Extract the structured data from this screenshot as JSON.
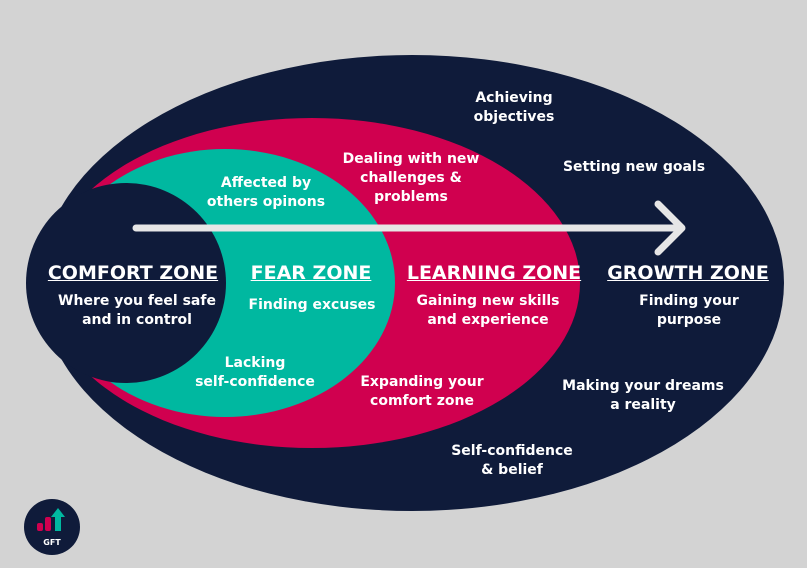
{
  "colors": {
    "background": "#d3d3d3",
    "navy": "#0f1b3a",
    "crimson": "#d0004f",
    "teal": "#00b8a0",
    "arrow": "#e6e6e6"
  },
  "zones": {
    "comfort": {
      "title": "COMFORT ZONE",
      "subtitle": "Where you feel safe\nand in control"
    },
    "fear": {
      "title": "FEAR ZONE",
      "subtitle": "Finding excuses"
    },
    "learning": {
      "title": "LEARNING ZONE",
      "subtitle": "Gaining new skills\nand experience"
    },
    "growth": {
      "title": "GROWTH ZONE",
      "subtitle": "Finding your purpose"
    }
  },
  "labels": {
    "achieving": "Achieving\nobjectives",
    "setting_goals": "Setting new goals",
    "dealing": "Dealing with new\nchallenges &\nproblems",
    "affected": "Affected by\nothers opinons",
    "lacking": "Lacking\nself-confidence",
    "expanding": "Expanding your\ncomfort zone",
    "dreams": "Making your dreams\na reality",
    "self_confidence": "Self-confidence\n& belief"
  },
  "logo": {
    "text": "GFT"
  }
}
